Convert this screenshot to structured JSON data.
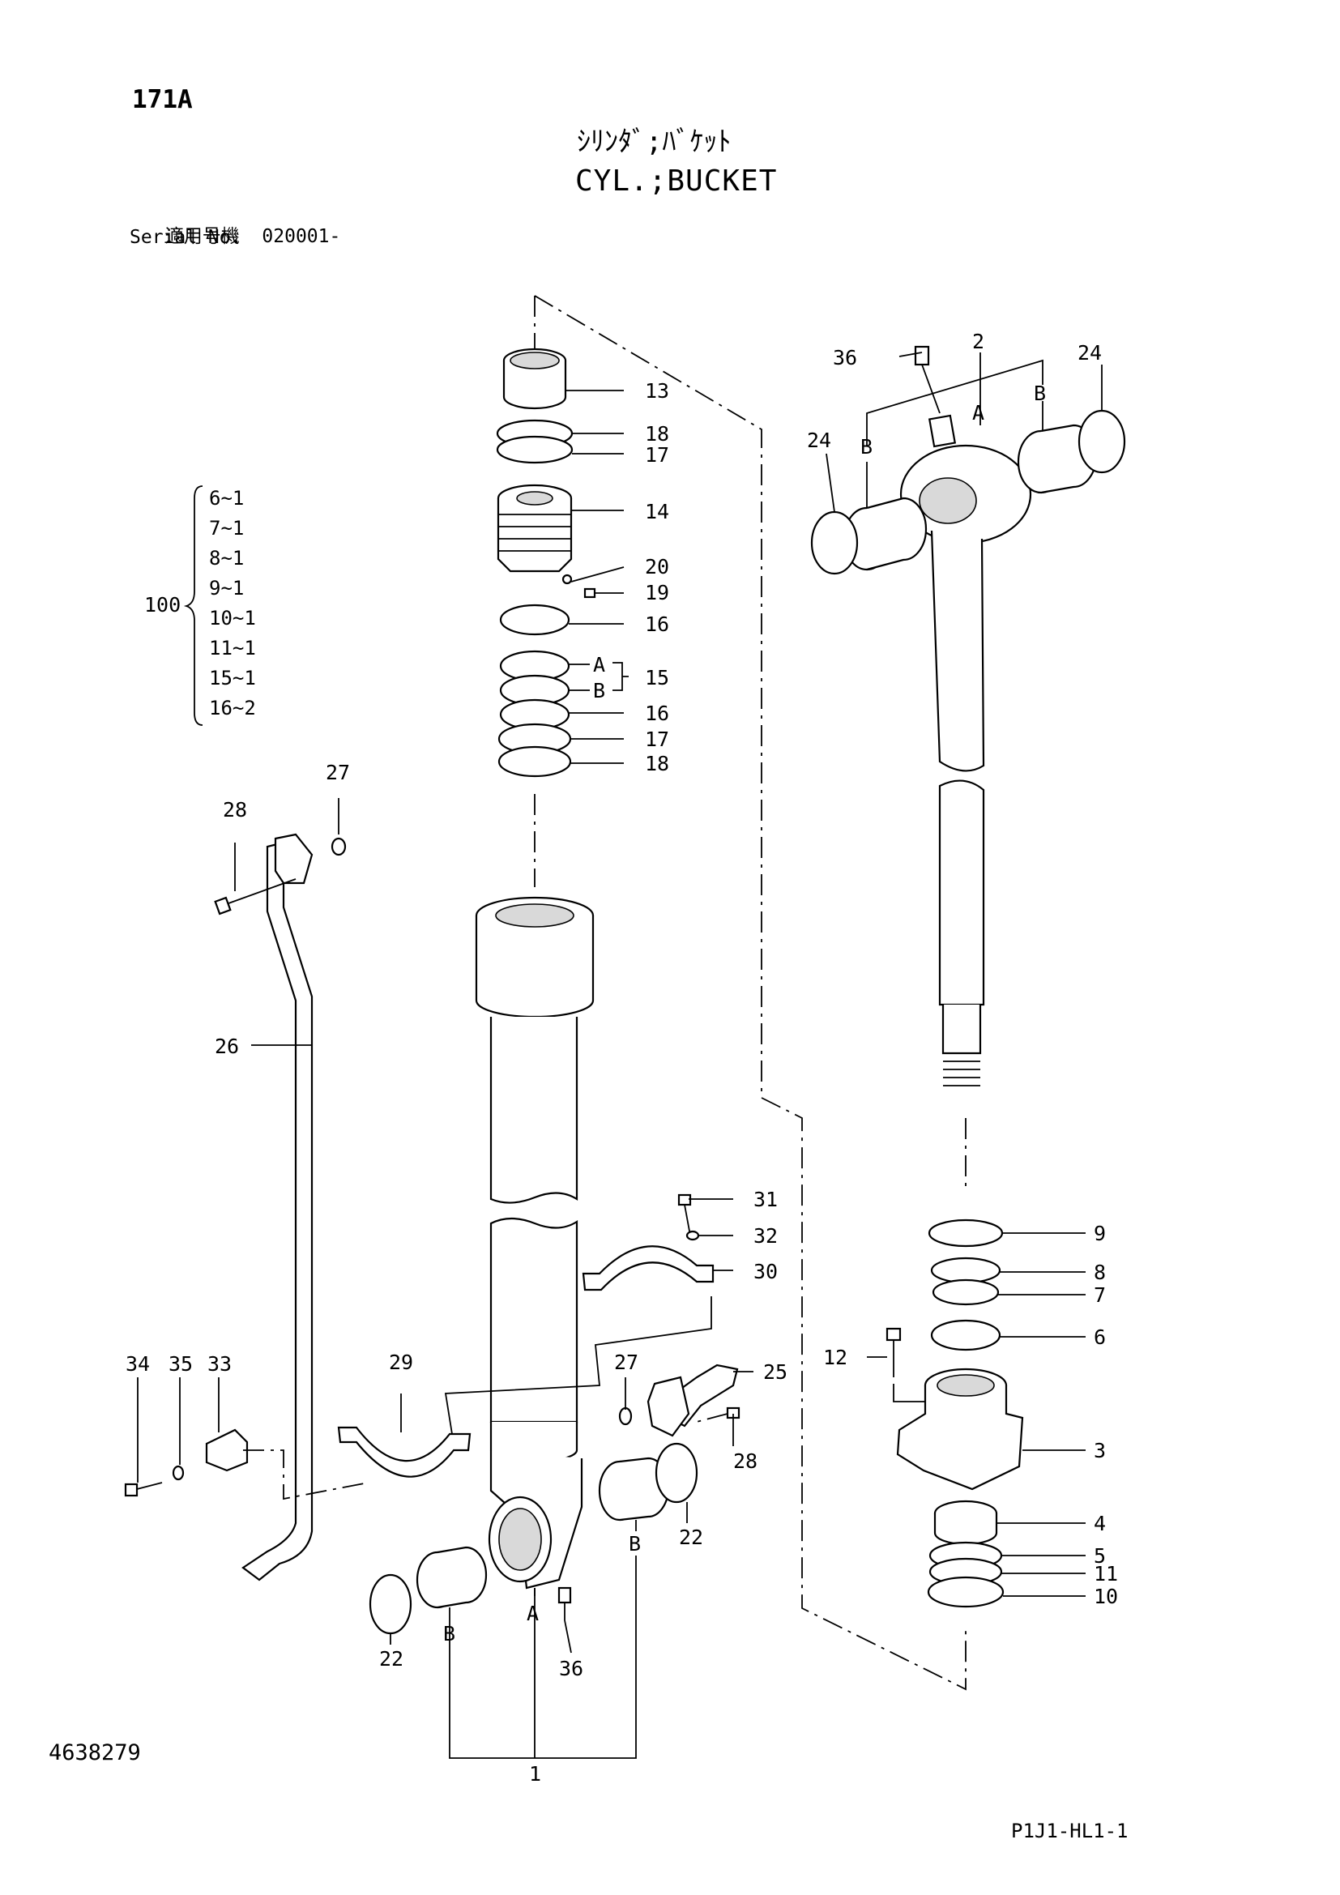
{
  "header": {
    "page_code": "171A",
    "title_jp": "ｼﾘﾝﾀﾞ;ﾊﾞｹｯﾄ",
    "title_en": "CYL.;BUCKET",
    "serial_label_jp": "適用号機",
    "serial_range": "020001-",
    "serial_label_en": "Serial No."
  },
  "kit": {
    "code": "100",
    "items": [
      "6~1",
      "7~1",
      "8~1",
      "9~1",
      "10~1",
      "11~1",
      "15~1",
      "16~2"
    ]
  },
  "callouts": [
    "13",
    "18",
    "17",
    "14",
    "20",
    "19",
    "16",
    "A",
    "B",
    "15",
    "16",
    "17",
    "18",
    "36",
    "2",
    "A",
    "B",
    "24",
    "24",
    "B",
    "27",
    "28",
    "26",
    "31",
    "32",
    "30",
    "25",
    "27",
    "28",
    "29",
    "34",
    "35",
    "33",
    "22",
    "B",
    "B",
    "22",
    "A",
    "36",
    "1",
    "9",
    "8",
    "7",
    "12",
    "6",
    "3",
    "4",
    "5",
    "11",
    "10"
  ],
  "footer": {
    "doc_number": "4638279",
    "drawing_code": "P1J1-HL1-1"
  }
}
